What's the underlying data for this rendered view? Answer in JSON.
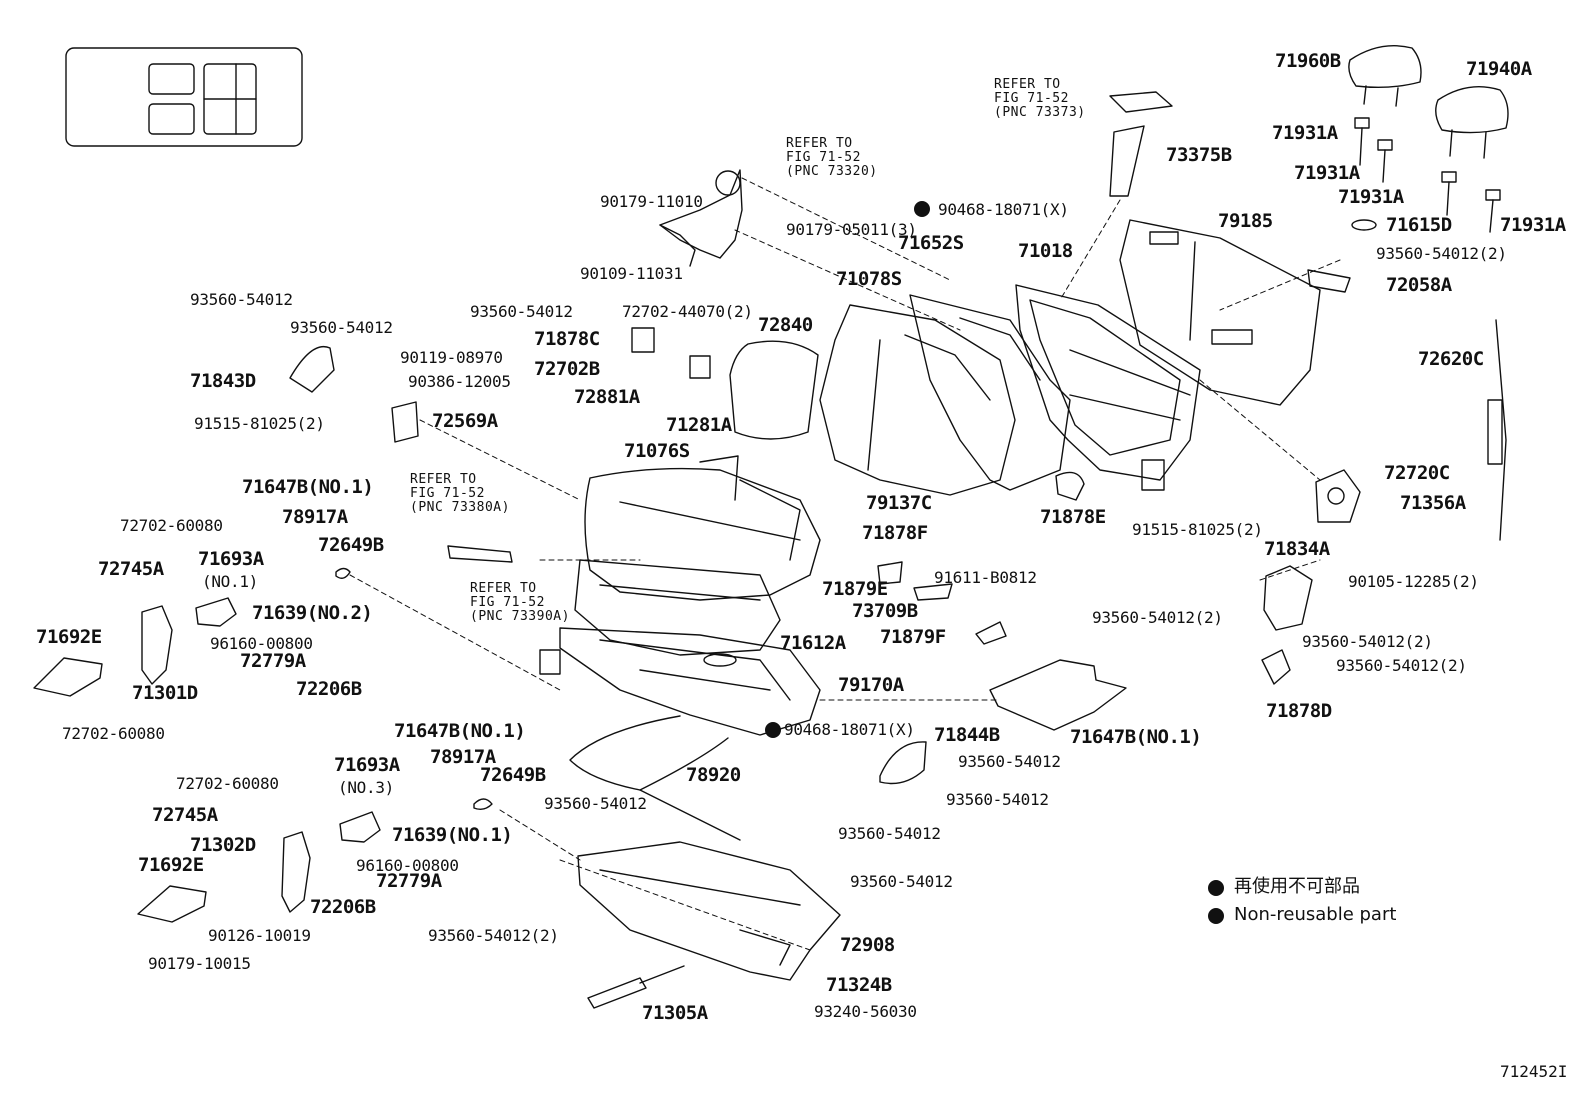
{
  "diagram_code": "712452I",
  "legend": {
    "line1": "再使用不可部品",
    "line2": "Non-reusable part"
  },
  "refs": {
    "belt": [
      "REFER TO",
      "FIG 71-52",
      "(PNC 73320)"
    ],
    "buckle_top": [
      "REFER TO",
      "FIG 71-52",
      "(PNC 73373)"
    ],
    "buckle_mid": [
      "REFER TO",
      "FIG 71-52",
      "(PNC 73380A)"
    ],
    "buckle_low": [
      "REFER TO",
      "FIG 71-52",
      "(PNC 73390A)"
    ]
  },
  "parts": {
    "p71960B": "71960B",
    "p71940A": "71940A",
    "p71931A_1": "71931A",
    "p71931A_2": "71931A",
    "p71931A_3": "71931A",
    "p71931A_4": "71931A",
    "p71615D": "71615D",
    "p93560_54012_2a": "93560-54012(2)",
    "p72058A": "72058A",
    "p72620C": "72620C",
    "p73375B": "73375B",
    "p90468_18071X_top": "90468-18071(X)",
    "p79185": "79185",
    "p71018": "71018",
    "p71652S": "71652S",
    "p71078S": "71078S",
    "p90179_11010": "90179-11010",
    "p90179_05011": "90179-05011(3)",
    "p90109_11031": "90109-11031",
    "p93560_54012_a": "93560-54012",
    "p72702_44070": "72702-44070(2)",
    "p71878C": "71878C",
    "p72840": "72840",
    "p72702B": "72702B",
    "p72881A": "72881A",
    "p71281A": "71281A",
    "p93560_54012_b": "93560-54012",
    "p93560_54012_c": "93560-54012",
    "p90119_08970": "90119-08970",
    "p90386_12005": "90386-12005",
    "p71843D": "71843D",
    "p91515_81025_l": "91515-81025(2)",
    "p72569A": "72569A",
    "p71076S": "71076S",
    "p79137C": "79137C",
    "p71878E": "71878E",
    "p91515_81025_r": "91515-81025(2)",
    "p72720C": "72720C",
    "p71356A": "71356A",
    "p71647B_1": "71647B(NO.1)",
    "p78917A_1": "78917A",
    "p72702_60080_1": "72702-60080",
    "p72745A_1": "72745A",
    "p71693A_1": "71693A",
    "p71693A_1n": "(NO.1)",
    "p72649B_1": "72649B",
    "p71639_2": "71639(NO.2)",
    "p71692E_1": "71692E",
    "p96160_00800_1": "96160-00800",
    "p72779A_1": "72779A",
    "p71301D": "71301D",
    "p72206B_1": "72206B",
    "p72702_60080_2": "72702-60080",
    "p71878F": "71878F",
    "p71879E": "71879E",
    "p91611_B0812": "91611-B0812",
    "p73709B": "73709B",
    "p71879F": "71879F",
    "p71834A": "71834A",
    "p90105_12285": "90105-12285(2)",
    "p93560_54012_2b": "93560-54012(2)",
    "p93560_54012_2c": "93560-54012(2)",
    "p93560_54012_2d": "93560-54012(2)",
    "p71878D": "71878D",
    "p71612A": "71612A",
    "p79170A": "79170A",
    "p90468_18071X_mid": "90468-18071(X)",
    "p71647B_r": "71647B(NO.1)",
    "p71844B": "71844B",
    "p93560_54012_d": "93560-54012",
    "p93560_54012_e": "93560-54012",
    "p71647B_2": "71647B(NO.1)",
    "p78917A_2": "78917A",
    "p72649B_2": "72649B",
    "p78920": "78920",
    "p72702_60080_3": "72702-60080",
    "p71693A_3": "71693A",
    "p71693A_3n": "(NO.3)",
    "p72745A_2": "72745A",
    "p71639_1": "71639(NO.1)",
    "p71302D": "71302D",
    "p96160_00800_2": "96160-00800",
    "p71692E_2": "71692E",
    "p72779A_2": "72779A",
    "p72206B_2": "72206B",
    "p90126_10019": "90126-10019",
    "p90179_10015": "90179-10015",
    "p93560_54012_f": "93560-54012",
    "p93560_54012_g": "93560-54012",
    "p93560_54012_h": "93560-54012",
    "p93560_54012_2e": "93560-54012(2)",
    "p72908": "72908",
    "p71324B": "71324B",
    "p93240_56030": "93240-56030",
    "p71305A": "71305A"
  }
}
